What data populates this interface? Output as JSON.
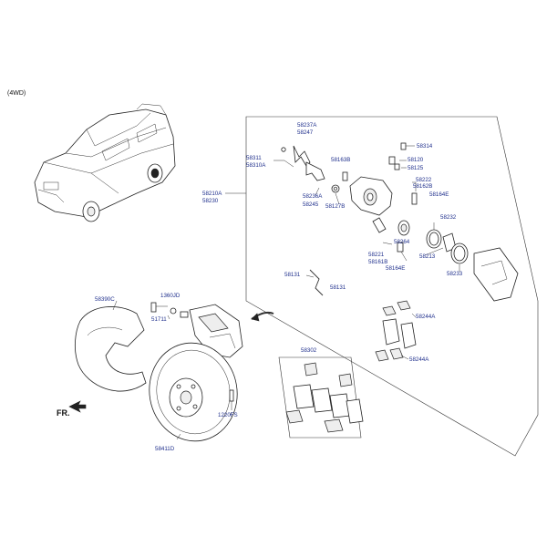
{
  "header": {
    "variant": "(4WD)"
  },
  "direction_label": "FR.",
  "labels": {
    "l58237A": "58237A",
    "l58247": "58247",
    "l58311": "58311",
    "l58310A": "58310A",
    "l58314": "58314",
    "l58163B": "58163B",
    "l58120": "58120",
    "l58125": "58125",
    "l58210A": "58210A",
    "l58230": "58230",
    "l58236A": "58236A",
    "l58245": "58245",
    "l58127B": "58127B",
    "l58222": "58222",
    "l58162B": "58162B",
    "l58164E_a": "58164E",
    "l58232": "58232",
    "l58264": "58264",
    "l58221": "58221",
    "l58161B": "58161B",
    "l58213": "58213",
    "l58164E_b": "58164E",
    "l58233": "58233",
    "l58131_a": "58131",
    "l58131_b": "58131",
    "l1360JD": "1360JD",
    "l58390C": "58390C",
    "l51711": "51711",
    "l58244A_a": "58244A",
    "l58302": "58302",
    "l58244A_b": "58244A",
    "l1220FS": "1220FS",
    "l58411D": "58411D"
  }
}
